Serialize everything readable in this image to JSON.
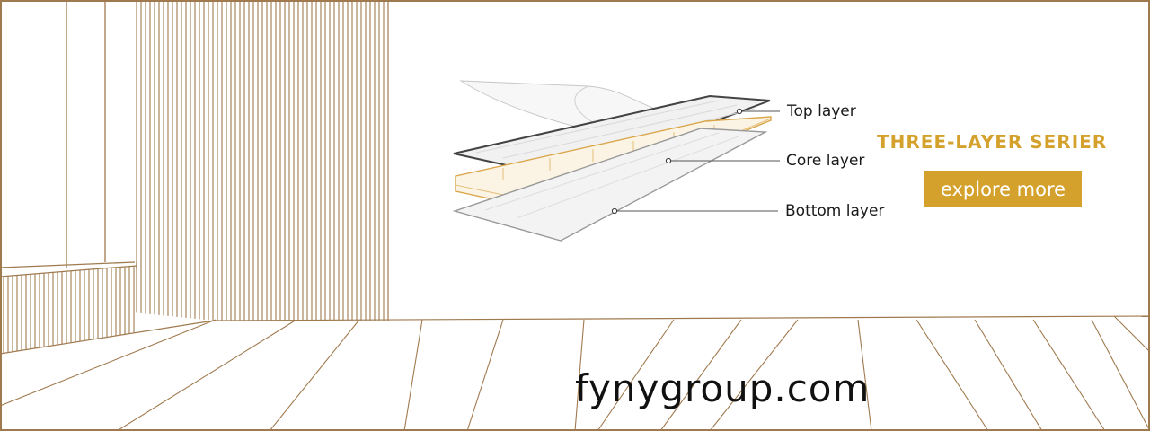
{
  "colors": {
    "wood_line": "#a07a4f",
    "accent_gold": "#d4a22c",
    "button_bg": "#d4a22c",
    "core_layer": "#d9a64a"
  },
  "diagram": {
    "labels": {
      "top": "Top layer",
      "core": "Core layer",
      "bottom": "Bottom layer"
    }
  },
  "promo": {
    "headline": "THREE-LAYER SERIER",
    "button_label": "explore more"
  },
  "footer": {
    "website": "fynygroup.com"
  }
}
